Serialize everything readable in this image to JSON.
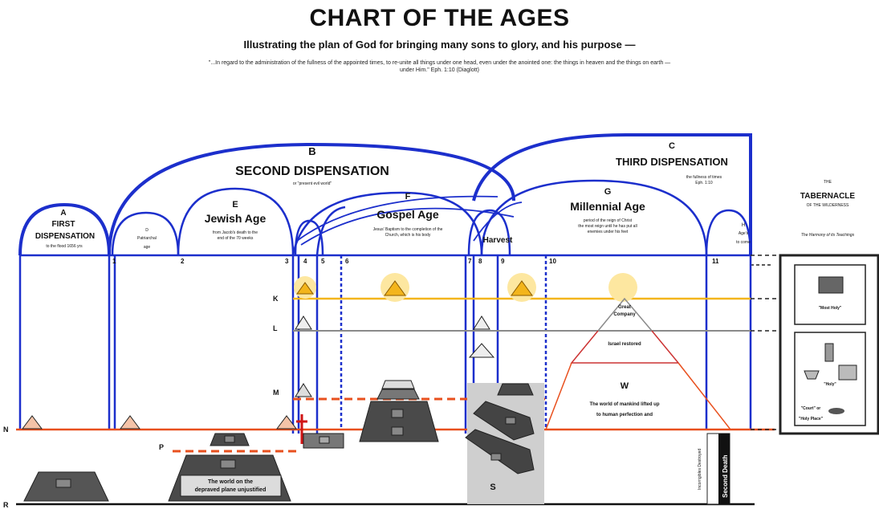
{
  "header": {
    "title": "CHART OF THE AGES",
    "subtitle": "Illustrating the plan of God for bringing many sons to glory, and his purpose —",
    "quote": "\"...In regard to the administration of the fullness of the appointed times, to re-unite all things under one head, even under the anointed one: the things in heaven and the things on earth — under Him.\" Eph. 1:10 (Diaglott)"
  },
  "dispensations": {
    "a_letter": "A",
    "a_name_1": "FIRST",
    "a_name_2": "DISPENSATION",
    "a_note": "to the flood 1656 yrs",
    "b_letter": "B",
    "b_name": "SECOND DISPENSATION",
    "b_note": "or \"present evil world\"",
    "c_letter": "C",
    "c_name": "THIRD DISPENSATION",
    "c_note_1": "the fullness of times",
    "c_note_2": "Eph. 1:10"
  },
  "ages": {
    "d_letter": "D",
    "d_note": "Patriarchal",
    "d_note_2": "age",
    "e_letter": "E",
    "e_name": "Jewish Age",
    "e_note_1": "from Jacob's death to the",
    "e_note_2": "end of the 70 weeks",
    "f_letter": "F",
    "f_name": "Gospel Age",
    "f_note_1": "Jesus' Baptism to the completion of the",
    "f_note_2": "Church, which is his body",
    "g_letter": "G",
    "g_name": "Millennial Age",
    "g_note_1": "period of the reign of Christ",
    "g_note_2": "the most reign until he has put all",
    "g_note_3": "enemies under his feet",
    "h_letter": "H",
    "h_note_1": "Age's",
    "h_note_2": "to come",
    "harvest": "Harvest"
  },
  "numbers": [
    "1",
    "2",
    "3",
    "4",
    "5",
    "6",
    "7",
    "8",
    "9",
    "10",
    "11"
  ],
  "planes": {
    "k": "K",
    "l": "L",
    "m": "M",
    "n": "N",
    "p": "P",
    "r": "R"
  },
  "labels": {
    "great_company_1": "Great",
    "great_company_2": "Company",
    "israel_restored": "Israel restored",
    "w": "W",
    "world_lifted_1": "The world of mankind lifted up",
    "world_lifted_2": "to human perfection and",
    "world_on_1": "The world on the",
    "world_on_2": "depraved plane unjustified",
    "s": "S",
    "second_death": "Second Death",
    "incorrigible": "Incorrigibles Destroyed"
  },
  "tabernacle": {
    "the": "THE",
    "title": "TABERNACLE",
    "sub": "OF THE WILDERNESS",
    "caption": "The Harmony of its Teachings",
    "most_holy": "\"Most Holy\"",
    "holy": "\"Holy\"",
    "court": "\"Court\" or",
    "holy_place": "\"Holy Place\""
  },
  "colors": {
    "blue": "#1c2fcc",
    "gold": "#f3b51c",
    "gray_line": "#8a8a8a",
    "orange": "#e8501e",
    "pyramid": "#4a4a4a",
    "light_gray": "#cfcfcf"
  }
}
